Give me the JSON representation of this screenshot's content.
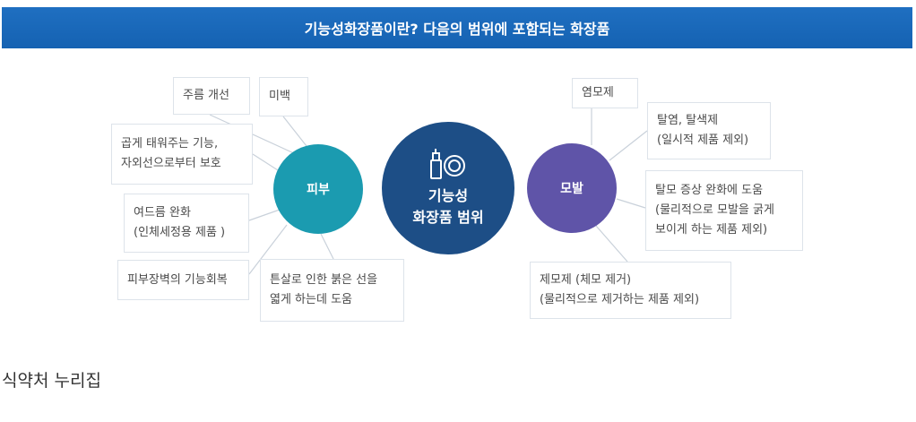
{
  "banner": {
    "title": "기능성화장품이란? 다음의 범위에 포함되는 화장품"
  },
  "center": {
    "line1": "기능성",
    "line2": "화장품 범위",
    "icon": "cosmetics-icon"
  },
  "skin": {
    "label": "피부",
    "color": "#1b9bb0",
    "items": [
      {
        "lines": [
          "주름 개선"
        ]
      },
      {
        "lines": [
          "미백"
        ]
      },
      {
        "lines": [
          "곱게 태워주는 기능,",
          "자외선으로부터 보호"
        ]
      },
      {
        "lines": [
          "여드름 완화",
          "(인체세정용 제품 )"
        ]
      },
      {
        "lines": [
          "피부장벽의 기능회복"
        ]
      },
      {
        "lines": [
          "튼살로 인한 붉은 선을",
          "엷게 하는데 도움"
        ]
      }
    ]
  },
  "hair": {
    "label": "모발",
    "color": "#5f54a8",
    "items": [
      {
        "lines": [
          "염모제"
        ]
      },
      {
        "lines": [
          "탈염, 탈색제",
          "(일시적 제품 제외)"
        ]
      },
      {
        "lines": [
          "탈모 증상 완화에 도움",
          "(물리적으로 모발을 굵게",
          "보이게 하는 제품 제외)"
        ]
      },
      {
        "lines": [
          "제모제 (체모 제거)",
          "(물리적으로 제거하는 제품 제외)"
        ]
      }
    ]
  },
  "colors": {
    "banner": "#1562b2",
    "center": "#1d4e86"
  },
  "footer": {
    "caption": "식약처 누리집"
  }
}
